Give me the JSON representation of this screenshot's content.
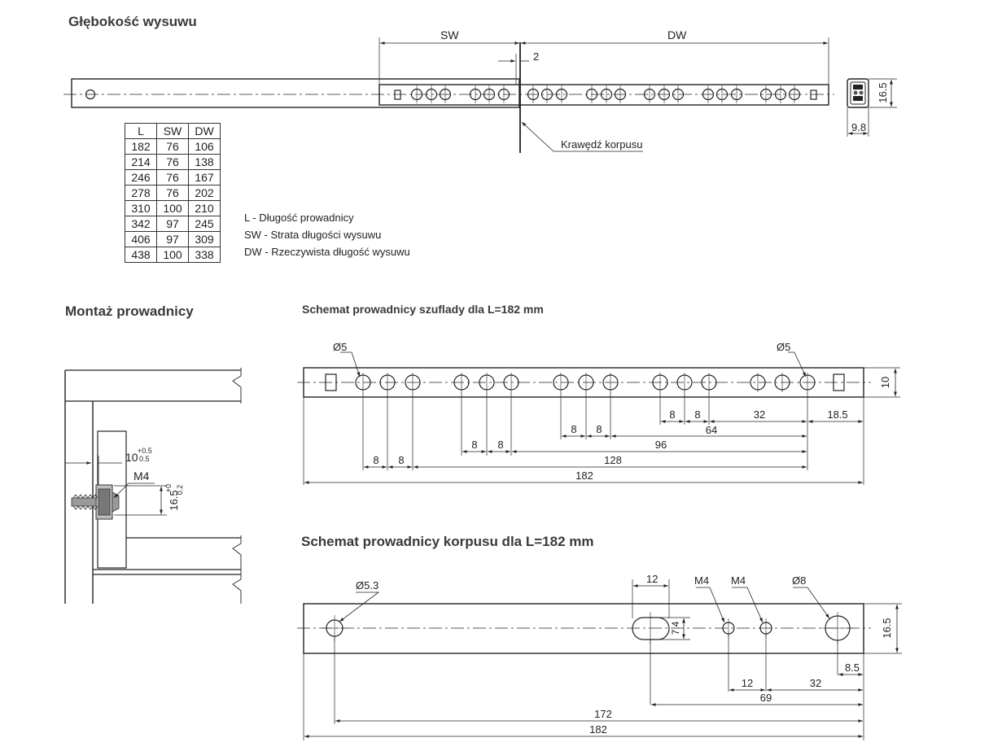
{
  "headings": {
    "extension_depth": "Głębokość wysuwu",
    "mounting": "Montaż prowadnicy",
    "drawer_rail_scheme": "Schemat prowadnicy szuflady dla L=182 mm",
    "cabinet_rail_scheme": "Schemat prowadnicy korpusu dla L=182 mm"
  },
  "top_diagram": {
    "sw_label": "SW",
    "dw_label": "DW",
    "gap_label": "2",
    "cabinet_edge_label": "Krawędź korpusu",
    "profile_height": "16.5",
    "profile_width": "9.8"
  },
  "dimension_table": {
    "headers": [
      "L",
      "SW",
      "DW"
    ],
    "rows": [
      [
        "182",
        "76",
        "106"
      ],
      [
        "214",
        "76",
        "138"
      ],
      [
        "246",
        "76",
        "167"
      ],
      [
        "278",
        "76",
        "202"
      ],
      [
        "310",
        "100",
        "210"
      ],
      [
        "342",
        "97",
        "245"
      ],
      [
        "406",
        "97",
        "309"
      ],
      [
        "438",
        "100",
        "338"
      ]
    ]
  },
  "legend": {
    "l": "L - Długość prowadnicy",
    "sw": "SW - Strata długości wysuwu",
    "dw": "DW - Rzeczywista długość wysuwu"
  },
  "mounting_diagram": {
    "offset_label": "10",
    "offset_tol_upper": "+0.5",
    "offset_tol_lower": "0.5",
    "screw_label": "M4",
    "height_label": "16.5",
    "height_tol_upper": "+0",
    "height_tol_lower": "0.2"
  },
  "drawer_rail": {
    "hole_label_left": "Ø5",
    "hole_label_right": "Ø5",
    "height": "10",
    "dims": {
      "d8_1": "8",
      "d8_2": "8",
      "d8_3": "8",
      "d8_4": "8",
      "d8_5": "8",
      "d8_6": "8",
      "d8_7": "8",
      "d8_8": "8",
      "d32": "32",
      "d18_5": "18.5",
      "d64": "64",
      "d96": "96",
      "d128": "128",
      "d182": "182"
    }
  },
  "cabinet_rail": {
    "hole_label_53": "Ø5.3",
    "slot_width": "12",
    "slot_height": "7.4",
    "m4_left": "M4",
    "m4_right": "M4",
    "hole_label_8": "Ø8",
    "height": "16.5",
    "dims": {
      "d8_5": "8.5",
      "d12": "12",
      "d32": "32",
      "d69": "69",
      "d172": "172",
      "d182": "182"
    }
  }
}
